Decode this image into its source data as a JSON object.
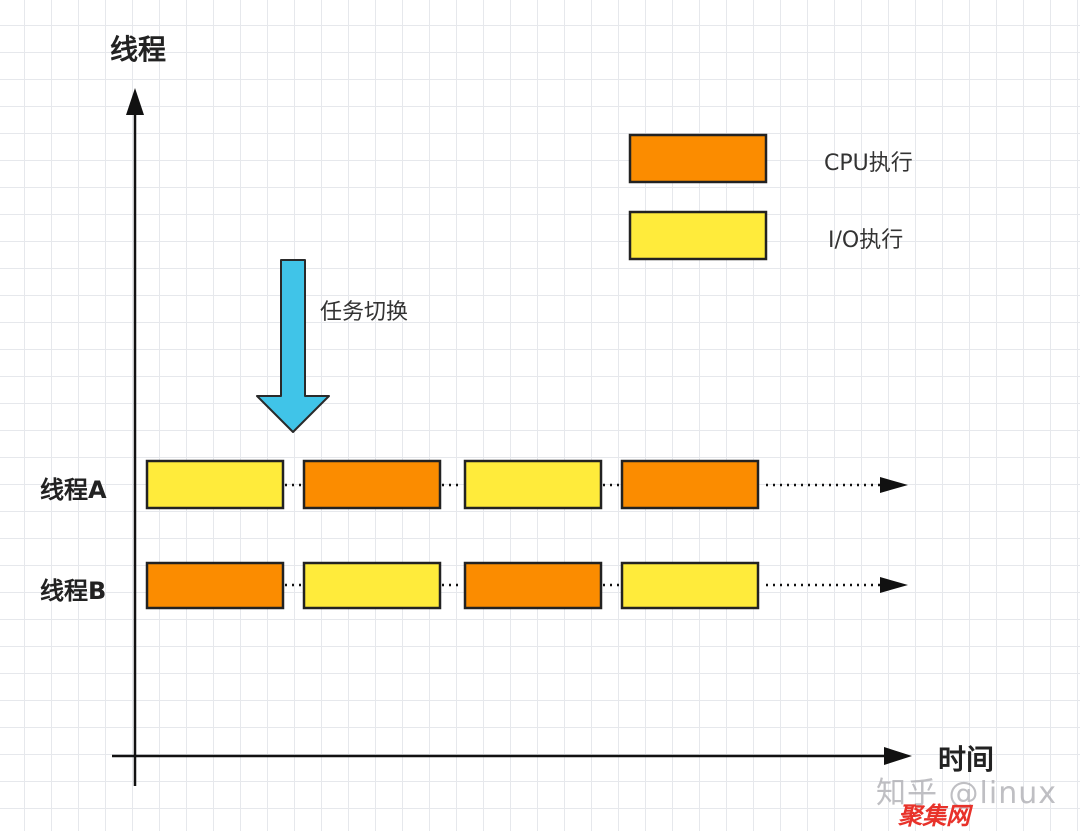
{
  "axis": {
    "y_label": "线程",
    "x_label": "时间"
  },
  "legend": {
    "cpu": {
      "label": "CPU执行",
      "color": "#fb8c00"
    },
    "io": {
      "label": "I/O执行",
      "color": "#ffeb3b"
    }
  },
  "task_switch": {
    "label": "任务切换",
    "arrow_color": "#40c4e8"
  },
  "threads": [
    {
      "label": "线程A",
      "segments": [
        "io",
        "cpu",
        "io",
        "cpu"
      ]
    },
    {
      "label": "线程B",
      "segments": [
        "cpu",
        "io",
        "cpu",
        "io"
      ]
    }
  ],
  "watermark": {
    "text": "知乎 @linux",
    "site": "聚集网"
  }
}
